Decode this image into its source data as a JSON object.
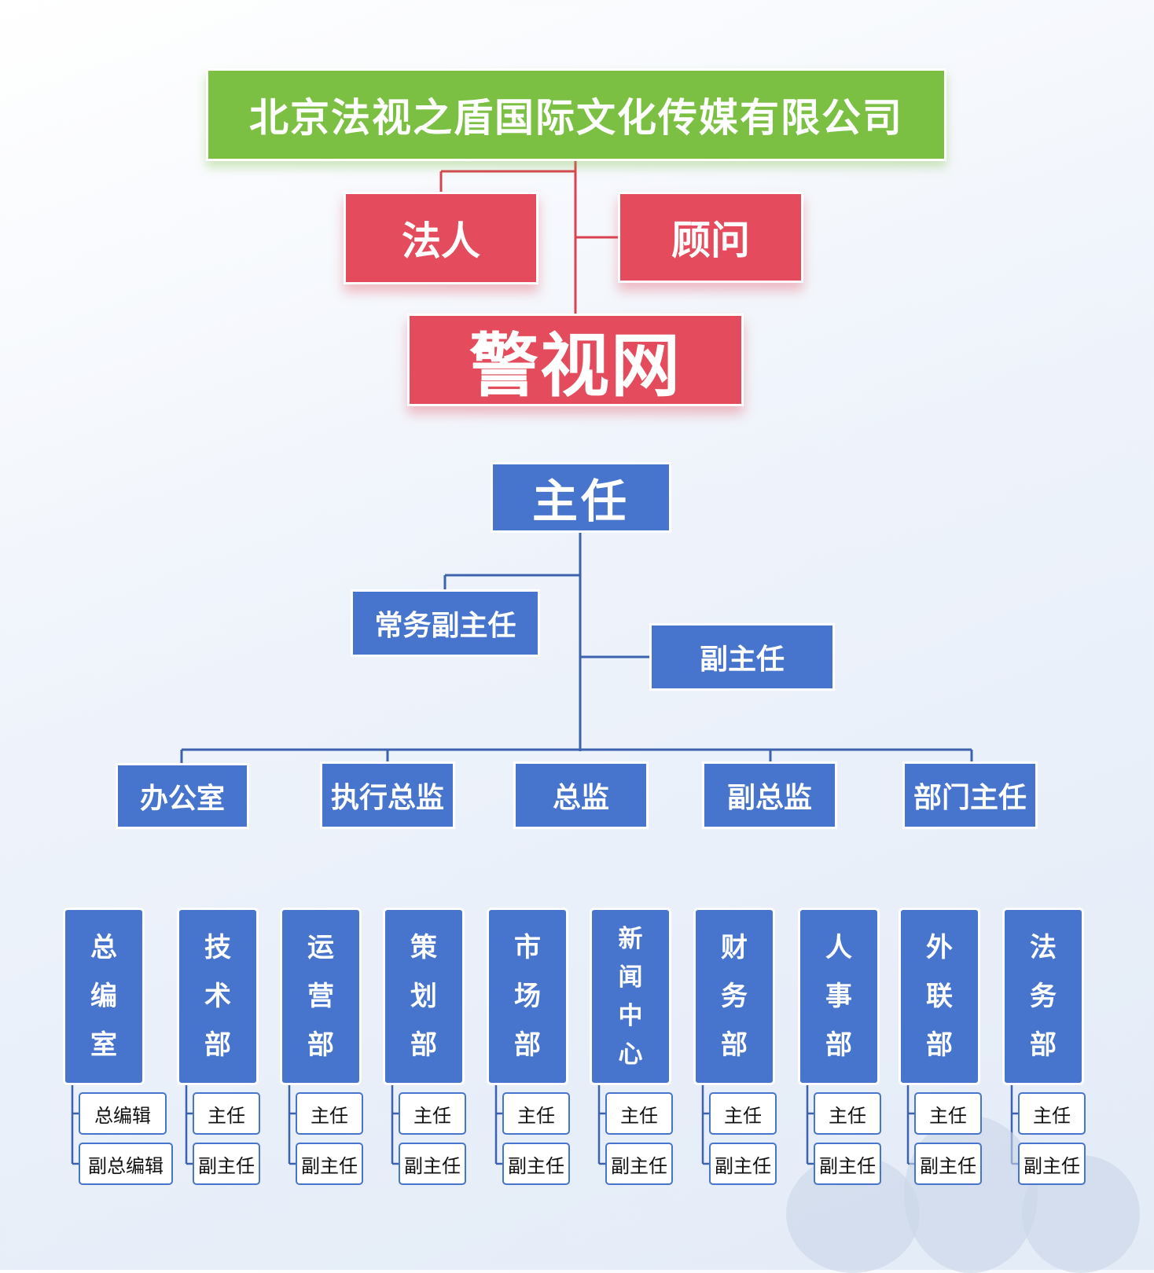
{
  "company": "北京法视之盾国际文化传媒有限公司",
  "legal_person": "法人",
  "advisor": "顾问",
  "brand": "警视网",
  "director": "主任",
  "exec_deputy": "常务副主任",
  "deputy": "副主任",
  "level2": [
    "办公室",
    "执行总监",
    "总监",
    "副总监",
    "部门主任"
  ],
  "departments": [
    {
      "name": "总编室",
      "roles": [
        "总编辑",
        "副总编辑"
      ]
    },
    {
      "name": "技术部",
      "roles": [
        "主任",
        "副主任"
      ]
    },
    {
      "name": "运营部",
      "roles": [
        "主任",
        "副主任"
      ]
    },
    {
      "name": "策划部",
      "roles": [
        "主任",
        "副主任"
      ]
    },
    {
      "name": "市场部",
      "roles": [
        "主任",
        "副主任"
      ]
    },
    {
      "name": "新闻中心",
      "roles": [
        "主任",
        "副主任"
      ]
    },
    {
      "name": "财务部",
      "roles": [
        "主任",
        "副主任"
      ]
    },
    {
      "name": "人事部",
      "roles": [
        "主任",
        "副主任"
      ]
    },
    {
      "name": "外联部",
      "roles": [
        "主任",
        "副主任"
      ]
    },
    {
      "name": "法务部",
      "roles": [
        "主任",
        "副主任"
      ]
    }
  ],
  "colors": {
    "green": "#7bbf43",
    "red": "#e44b5c",
    "blue": "#4774cc"
  }
}
